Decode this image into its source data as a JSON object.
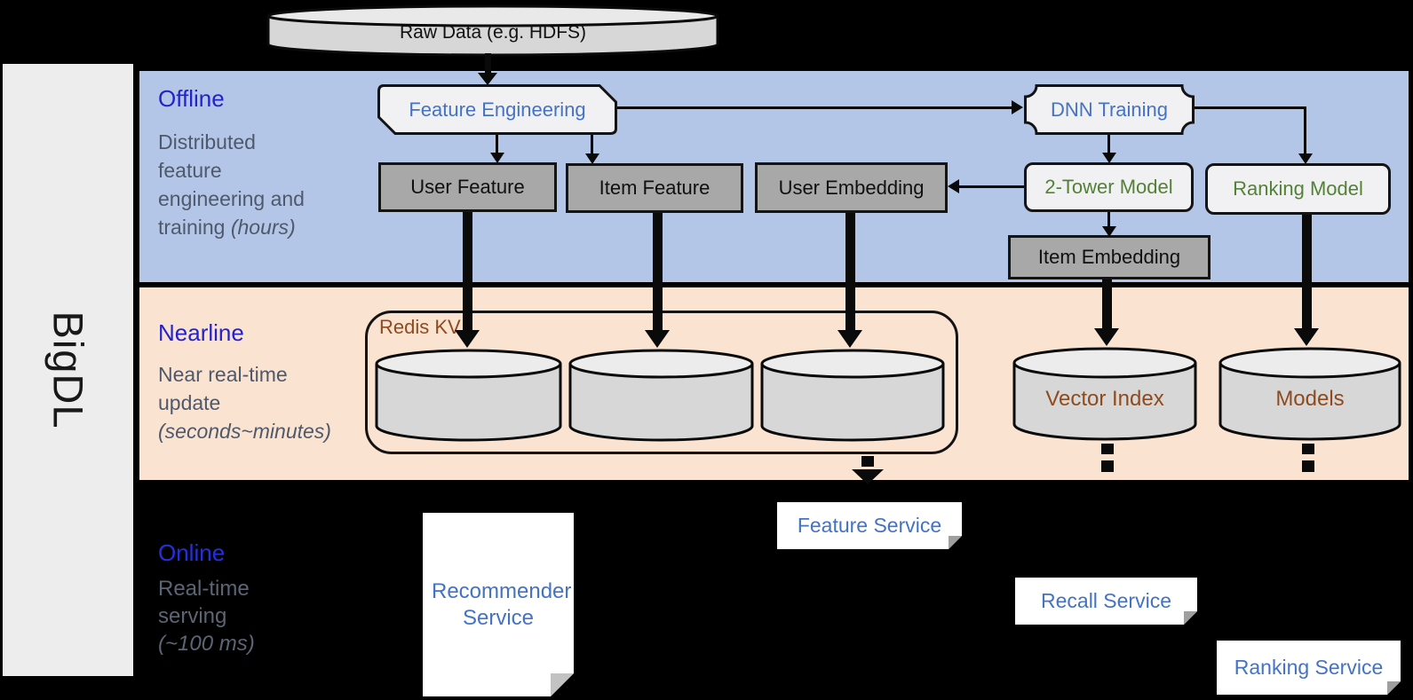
{
  "diagram": {
    "sidebar": {
      "logo": "BigDL"
    },
    "source": {
      "raw_data": "Raw Data (e.g. HDFS)"
    },
    "bands": {
      "offline": {
        "title": "Offline",
        "subtitle_line1": "Distributed",
        "subtitle_line2": "feature",
        "subtitle_line3": "engineering and",
        "subtitle_line4_plain": "training ",
        "subtitle_line4_italic": "(hours)"
      },
      "nearline": {
        "title": "Nearline",
        "subtitle_line1": "Near real-time",
        "subtitle_line2": "update",
        "subtitle_line3_italic": "(seconds~minutes)"
      },
      "online": {
        "title": "Online",
        "subtitle_line1": "Real-time",
        "subtitle_line2": "serving",
        "subtitle_line3_italic": "(~100 ms)"
      }
    },
    "nodes": {
      "feature_engineering": "Feature Engineering",
      "dnn_training": "DNN Training",
      "user_feature": "User Feature",
      "item_feature": "Item Feature",
      "user_embedding": "User Embedding",
      "two_tower_model": "2-Tower Model",
      "ranking_model": "Ranking Model",
      "item_embedding": "Item Embedding",
      "redis_kv": "Redis KV",
      "vector_index": "Vector Index",
      "models": "Models",
      "recommender_service": "Recommender Service",
      "feature_service": "Feature Service",
      "recall_service": "Recall Service",
      "ranking_service": "Ranking Service"
    },
    "colors": {
      "offline_band": "#b3c6e7",
      "nearline_band": "#fbe3d2",
      "online_background": "#000000",
      "section_title_blue": "#2323cd",
      "node_label_blue": "#4472c4",
      "node_label_green": "#538135",
      "storage_label_brown": "#8f4a1d",
      "gray_box_fill": "#a8a8a8",
      "light_box_fill": "#f1f1f3",
      "subtitle_gray": "#4e596b"
    }
  }
}
